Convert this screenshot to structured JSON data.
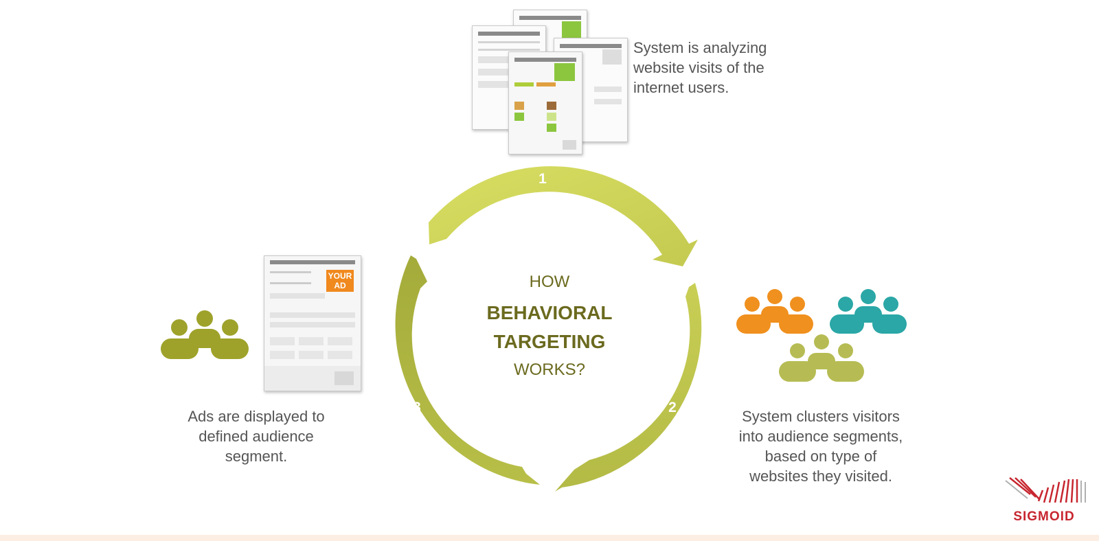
{
  "step1": {
    "number": "1",
    "text": [
      "System is analyzing",
      "website visits of the",
      "internet users."
    ]
  },
  "step2": {
    "number": "2",
    "text": [
      "System clusters visitors",
      "into audience segments,",
      "based on type of",
      "websites they visited."
    ]
  },
  "step3": {
    "number": "3",
    "text": [
      "Ads are displayed to",
      "defined audience",
      "segment."
    ]
  },
  "center": {
    "line1": "HOW",
    "line2": "BEHAVIORAL",
    "line3": "TARGETING",
    "line4": "WORKS?"
  },
  "ad_label": {
    "line1": "YOUR",
    "line2": "AD"
  },
  "logo": {
    "name": "SIGMOID"
  },
  "icons": {
    "websites": "website-pages-icon",
    "ad_page": "ad-page-icon",
    "audience_group": "user-group-icon",
    "segments": "audience-segments-icon",
    "logo": "sigmoid-logo-icon"
  },
  "colors": {
    "arrow_light": "#d6dc5e",
    "arrow_mid": "#c3c854",
    "arrow_dark": "#a5ad3b",
    "group_olive": "#9ea22a",
    "segment_orange": "#f0901e",
    "segment_teal": "#2aa7a6",
    "segment_olive": "#b6bc53",
    "center_text": "#6b6a1f",
    "ad_orange": "#f0891e",
    "logo_red": "#c7262f"
  }
}
